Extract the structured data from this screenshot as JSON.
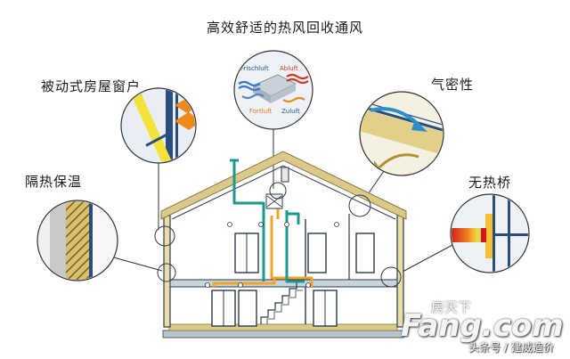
{
  "title": "高效舒适的热风回收通风",
  "labels": {
    "window": "被动式房屋窗户",
    "insulation": "隔热保温",
    "airtight": "气密性",
    "no_bridge": "无热桥"
  },
  "ventilation": {
    "frischluft": "Frischluft",
    "abluft": "Abluft",
    "fortluft": "Fortluft",
    "zuluft": "Zuluft"
  },
  "watermark": {
    "brand": "Fang.com",
    "cn": "房天下",
    "credit": "头条号 / 建威造价"
  },
  "colors": {
    "roof": "#d9c98a",
    "supply_duct": "#f0a428",
    "exhaust_duct": "#1a9a8e",
    "outline": "#2f3a4a",
    "callout_line": "#333333"
  }
}
